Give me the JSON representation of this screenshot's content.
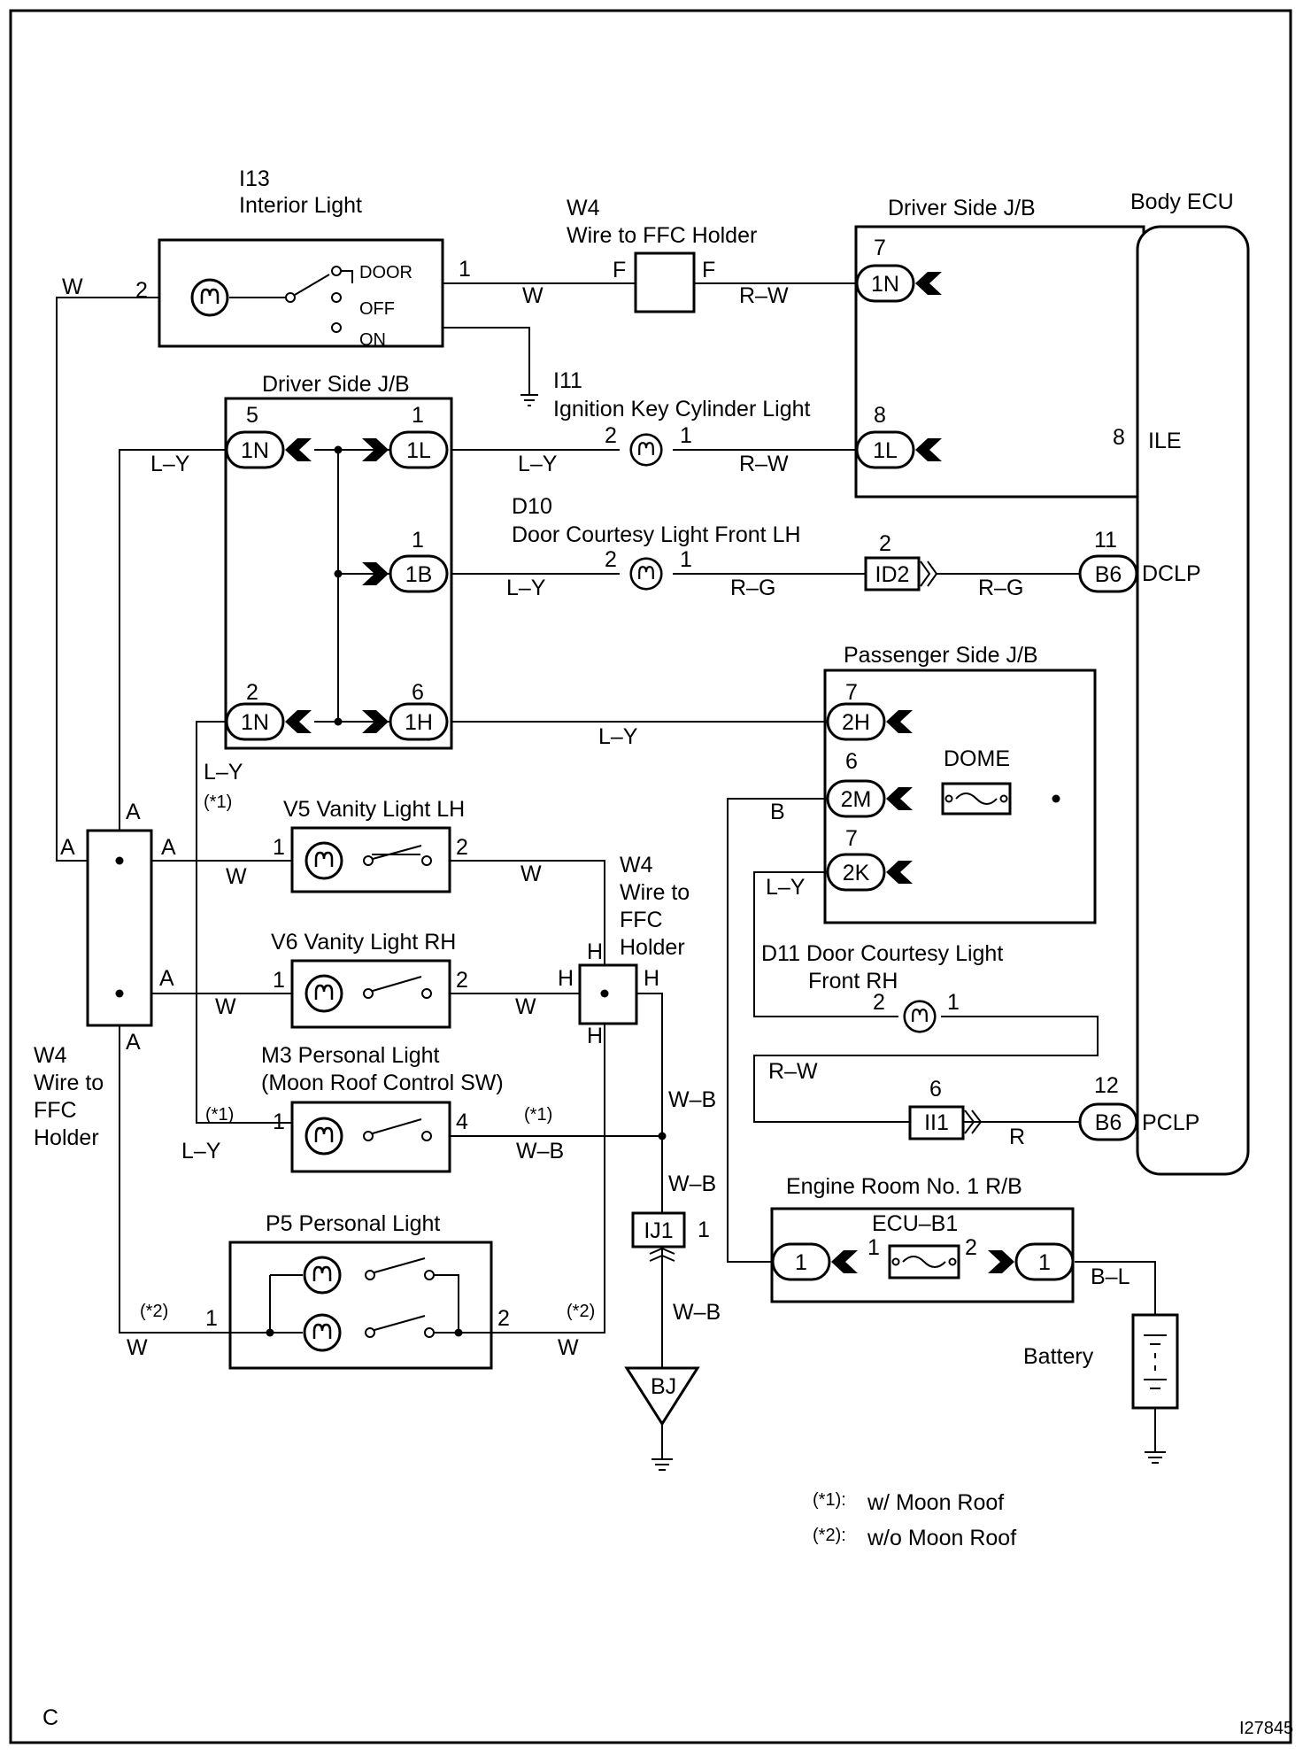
{
  "labels": {
    "i13_code": "I13",
    "i13_name": "Interior Light",
    "w4_top_code": "W4",
    "w4_top_name": "Wire to FFC Holder",
    "djb_top": "Driver Side J/B",
    "body_ecu": "Body ECU",
    "djb_mid": "Driver Side J/B",
    "i11_code": "I11",
    "i11_name": "Ignition Key Cylinder Light",
    "d10_code": "D10",
    "d10_name": "Door Courtesy Light Front LH",
    "pjb": "Passenger Side J/B",
    "dome": "DOME",
    "v5": "V5 Vanity Light LH",
    "v6": "V6 Vanity Light RH",
    "w4_mid_code": "W4",
    "w4_mid_l1": "Wire to",
    "w4_mid_l2": "FFC",
    "w4_mid_l3": "Holder",
    "w4_left_code": "W4",
    "w4_left_l1": "Wire to",
    "w4_left_l2": "FFC",
    "w4_left_l3": "Holder",
    "d11_l1": "D11 Door Courtesy Light",
    "d11_l2": "Front RH",
    "m3_l1": "M3 Personal Light",
    "m3_l2": "(Moon Roof Control SW)",
    "p5": "P5 Personal Light",
    "er_rb": "Engine Room No. 1 R/B",
    "ecu_b1": "ECU–B1",
    "battery": "Battery",
    "ile": "ILE",
    "dclp": "DCLP",
    "pclp": "PCLP",
    "bj": "BJ"
  },
  "switch_positions": {
    "door": "DOOR",
    "off": "OFF",
    "on": "ON"
  },
  "connectors": {
    "c1n_top": "1N",
    "c1l_top": "1L",
    "c1n_a": "1N",
    "c1l": "1L",
    "c1b": "1B",
    "c1n_b": "1N",
    "c1h": "1H",
    "c2h": "2H",
    "c2m": "2M",
    "c2k": "2K",
    "id2": "ID2",
    "ii1": "II1",
    "ij1": "IJ1",
    "b6_top": "B6",
    "b6_bot": "B6",
    "f1": "1",
    "f2": "1"
  },
  "pins": {
    "p_i13_2": "2",
    "p_i13_1": "1",
    "p_w4_f1": "F",
    "p_w4_f2": "F",
    "p_1n_top": "7",
    "p_1l_top": "8",
    "p_ile": "8",
    "p_1n_a": "5",
    "p_1l": "1",
    "p_1b": "1",
    "p_1n_b": "2",
    "p_1h": "6",
    "p_i11_2": "2",
    "p_i11_1": "1",
    "p_d10_2": "2",
    "p_d10_1": "1",
    "p_id2": "2",
    "p_b6_top": "11",
    "p_b6_bot": "12",
    "p_2h": "7",
    "p_2m": "6",
    "p_2k": "7",
    "p_v5_1": "1",
    "p_v5_2": "2",
    "p_v6_1": "1",
    "p_v6_2": "2",
    "p_m3_1": "1",
    "p_m3_4": "4",
    "p_p5_1": "1",
    "p_p5_2": "2",
    "p_d11_2": "2",
    "p_d11_1": "1",
    "p_ii1": "6",
    "p_ij1": "1",
    "p_ecu_1": "1",
    "p_ecu_2": "2",
    "a1": "A",
    "a2": "A",
    "a3": "A",
    "a4": "A",
    "a5": "A",
    "h1": "H",
    "h2": "H",
    "h3": "H",
    "h4": "H"
  },
  "wires": {
    "w1": "W",
    "w2": "W",
    "w3": "R–W",
    "w4": "L–Y",
    "w5": "L–Y",
    "w6": "R–W",
    "w7": "L–Y",
    "w8": "R–G",
    "w9": "R–G",
    "w10": "L–Y",
    "w11": "L–Y",
    "w12": "B",
    "w13": "L–Y",
    "w14": "W",
    "w15": "W",
    "w16": "W",
    "w17": "W",
    "w18": "L–Y",
    "w19": "W–B",
    "w20": "W–B",
    "w21": "W–B",
    "w22": "R–W",
    "w23": "R",
    "w24": "B–L",
    "w25": "W",
    "w26": "W",
    "w27": "W–B"
  },
  "options": {
    "star1_a": "(*1)",
    "star1_b": "(*1)",
    "star1_c": "(*1)",
    "star2_a": "(*2)",
    "star2_b": "(*2)"
  },
  "legend": {
    "k1": "(*1):",
    "v1": "w/ Moon Roof",
    "k2": "(*2):",
    "v2": "w/o Moon Roof"
  },
  "corner_left": "C",
  "figure_id": "I27845"
}
